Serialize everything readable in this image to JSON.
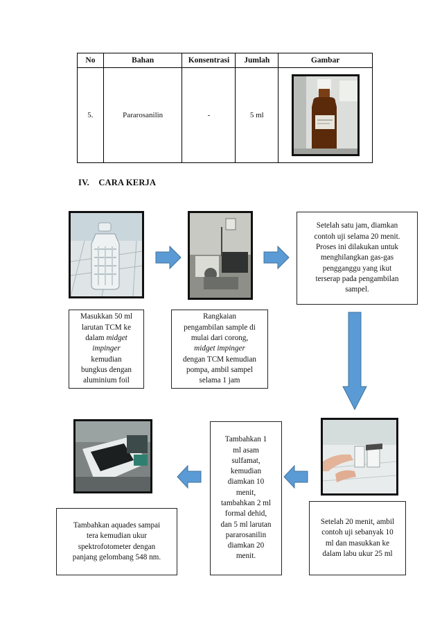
{
  "table": {
    "headers": [
      "No",
      "Bahan",
      "Konsentrasi",
      "Jumlah",
      "Gambar"
    ],
    "row": {
      "no": "5.",
      "bahan": "Pararosanilin",
      "konsentrasi": "-",
      "jumlah": "5 ml"
    }
  },
  "section": {
    "number": "IV.",
    "title": "CARA KERJA"
  },
  "steps": {
    "step1": {
      "line1": "Masukkan 50 ml",
      "line2": "larutan TCM ke",
      "line3_pre": "dalam ",
      "line3_em": "midget",
      "line4_em": "impinger",
      "line5": "kemudian",
      "line6": "bungkus dengan",
      "line7": "aluminium foil"
    },
    "step2": {
      "line1": "Rangkaian",
      "line2": "pengambilan sample di",
      "line3": "mulai dari corong,",
      "line4_em": "midget impinger",
      "line5": "dengan TCM kemudian",
      "line6": "pompa, ambil sampel",
      "line7": "selama 1 jam"
    },
    "step3": "Setelah satu jam, diamkan\ncontoh uji selama 20 menit.\nProses ini dilakukan untuk\nmenghilangkan gas-gas\npengganggu yang ikut\nterserap pada pengambilan\nsampel.",
    "step4": "Setelah 20 menit, ambil\ncontoh uji sebanyak 10\nml dan masukkan ke\ndalam labu ukur 25 ml",
    "step5": "Tambahkan 1\nml asam\nsulfamat,\nkemudian\ndiamkan 10\nmenit,\ntambahkan 2 ml\nformal dehid,\ndan 5 ml larutan\npararosanilin\ndiamkan 20\nmenit.",
    "step6": "Tambahkan aquades sampai\ntera kemudian ukur\nspektrofotometer dengan\npanjang gelombang 548 nm."
  },
  "colors": {
    "arrow": "#5b9bd5",
    "arrow_edge": "#41719c",
    "frame": "#111111"
  }
}
